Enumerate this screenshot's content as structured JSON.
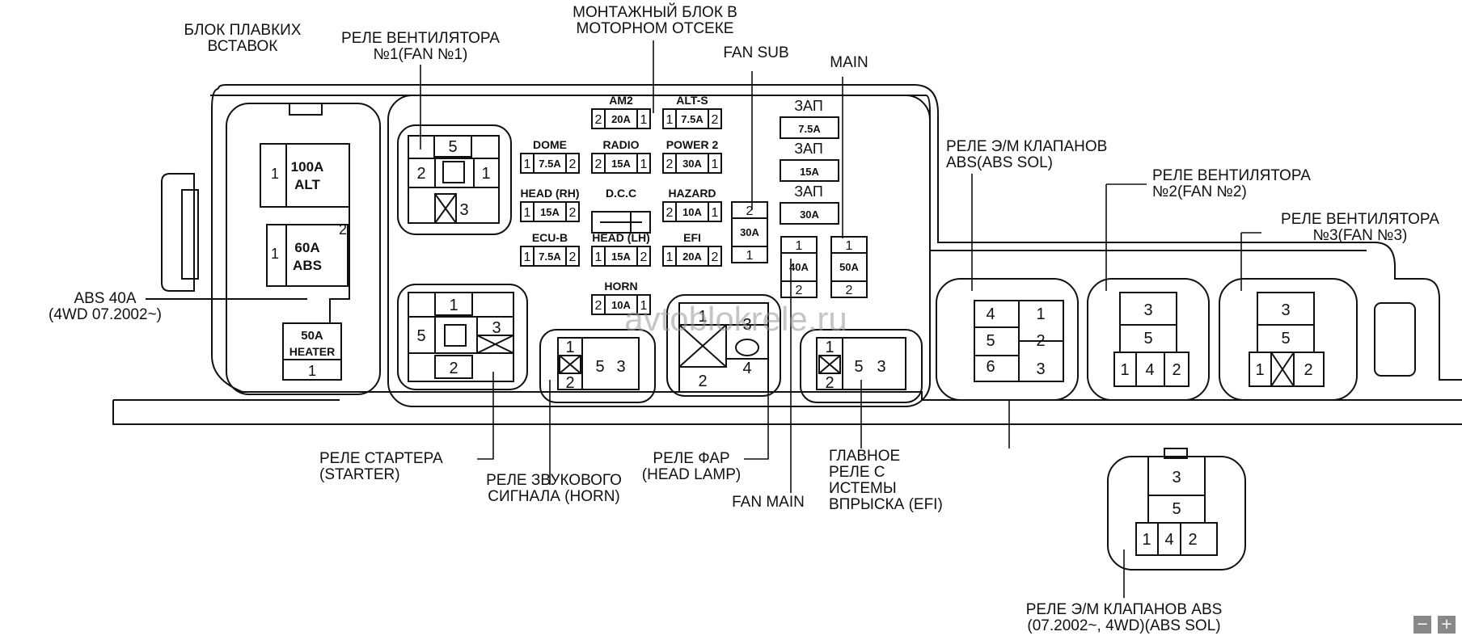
{
  "labels": {
    "fuse_link_block": [
      "БЛОК ПЛАВКИХ",
      "ВСТАВОК"
    ],
    "fan1_relay": [
      "РЕЛЕ ВЕНТИЛЯТОРА",
      "№1(FAN №1)"
    ],
    "engine_block": [
      "МОНТАЖНЫЙ БЛОК В",
      "МОТОРНОМ ОТСЕКЕ"
    ],
    "fan_sub": "FAN SUB",
    "main": "MAIN",
    "abs_sol_relay": [
      "РЕЛЕ Э/М КЛАПАНОВ",
      "ABS(ABS SOL)"
    ],
    "fan2_relay": [
      "РЕЛЕ ВЕНТИЛЯТОРА",
      "№2(FAN №2)"
    ],
    "fan3_relay": [
      "РЕЛЕ ВЕНТИЛЯТОРА",
      "№3(FAN №3)"
    ],
    "abs40": [
      "ABS 40A",
      "(4WD 07.2002~)"
    ],
    "starter_relay": [
      "РЕЛЕ СТАРТЕРА",
      "(STARTER)"
    ],
    "horn_relay": [
      "РЕЛЕ ЗВУКОВОГО",
      "СИГНАЛА (HORN)"
    ],
    "headlamp_relay": [
      "РЕЛЕ ФАР",
      "(HEAD LAMP)"
    ],
    "fan_main": "FAN MAIN",
    "efi_relay": [
      "ГЛАВНОЕ",
      "РЕЛЕ С",
      "ИСТЕМЫ",
      "ВПРЫСКА (EFI)"
    ],
    "abs_sol_relay2": [
      "РЕЛЕ Э/М КЛАПАНОВ ABS",
      "(07.2002~, 4WD)(ABS SOL)"
    ],
    "watermark": "avtoblokrele.ru"
  },
  "fuse_links": [
    {
      "pin_left": "1",
      "rating": "100A",
      "name": "ALT"
    },
    {
      "pin_left": "1",
      "rating": "60A",
      "name": "ABS"
    },
    {
      "rating": "50A",
      "name": "HEATER",
      "pin_bottom": "1"
    },
    {
      "pin_right": "2"
    }
  ],
  "fuses": [
    {
      "name": "AM2",
      "pin_a": "2",
      "rating": "20A",
      "pin_b": "1"
    },
    {
      "name": "ALT-S",
      "pin_a": "1",
      "rating": "7.5A",
      "pin_b": "2"
    },
    {
      "name": "DOME",
      "pin_a": "1",
      "rating": "7.5A",
      "pin_b": "2"
    },
    {
      "name": "RADIO",
      "pin_a": "2",
      "rating": "15A",
      "pin_b": "1"
    },
    {
      "name": "POWER 2",
      "pin_a": "2",
      "rating": "30A",
      "pin_b": "1"
    },
    {
      "name": "HEAD (RH)",
      "pin_a": "1",
      "rating": "15A",
      "pin_b": "2"
    },
    {
      "name": "D.C.C",
      "pin_a": "",
      "rating": "",
      "pin_b": ""
    },
    {
      "name": "HAZARD",
      "pin_a": "2",
      "rating": "10A",
      "pin_b": "1"
    },
    {
      "name": "ECU-B",
      "pin_a": "1",
      "rating": "7.5A",
      "pin_b": "2"
    },
    {
      "name": "HEAD (LH)",
      "pin_a": "1",
      "rating": "15A",
      "pin_b": "2"
    },
    {
      "name": "EFI",
      "pin_a": "1",
      "rating": "20A",
      "pin_b": "2"
    },
    {
      "name": "HORN",
      "pin_a": "2",
      "rating": "10A",
      "pin_b": "1"
    }
  ],
  "spare": [
    {
      "name": "ЗАП",
      "rating": "7.5A"
    },
    {
      "name": "ЗАП",
      "rating": "15A"
    },
    {
      "name": "ЗАП",
      "rating": "30A"
    }
  ],
  "fan_sub_fuse": {
    "top": "2",
    "rating": "30A",
    "bottom": "1"
  },
  "fan_main_fuse": {
    "top": "1",
    "rating": "40A",
    "bottom": "2"
  },
  "main_fuse": {
    "top": "1",
    "rating": "50A",
    "bottom": "2"
  },
  "relay_pins": {
    "fan1": [
      "5",
      "2",
      "1",
      "3"
    ],
    "starter": [
      "1",
      "5",
      "3",
      "2"
    ],
    "horn": [
      "1",
      "5",
      "3",
      "2"
    ],
    "headlamp": [
      "1",
      "3",
      "2",
      "4"
    ],
    "efi": [
      "1",
      "5",
      "3",
      "2"
    ],
    "abs_sol": [
      "4",
      "1",
      "5",
      "2",
      "6",
      "3"
    ],
    "fan2": [
      "3",
      "5",
      "1",
      "4",
      "2"
    ],
    "fan3": [
      "3",
      "5",
      "1",
      "2"
    ],
    "abs_sol2": [
      "3",
      "5",
      "1",
      "4",
      "2"
    ]
  },
  "controls": {
    "minus": "−",
    "plus": "+"
  }
}
